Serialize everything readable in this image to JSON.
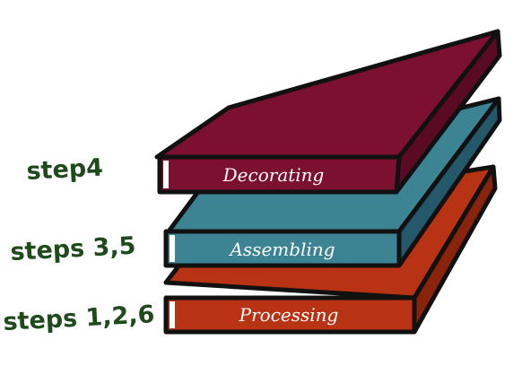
{
  "layers": [
    {
      "label": "Decorating",
      "steps_label": "step4",
      "color": "#7b1030",
      "side_color": "#5a0a22"
    },
    {
      "label": "Assembling",
      "steps_label": "steps 3,5",
      "color": "#3c8394",
      "side_color": "#23596a"
    },
    {
      "label": "Processing",
      "steps_label": "steps 1,2,6",
      "color": "#b83214",
      "side_color": "#8a230c"
    }
  ],
  "colors": {
    "outline": "#111111",
    "handwriting": "#1f4a1c",
    "label_text": "#ffffff"
  }
}
